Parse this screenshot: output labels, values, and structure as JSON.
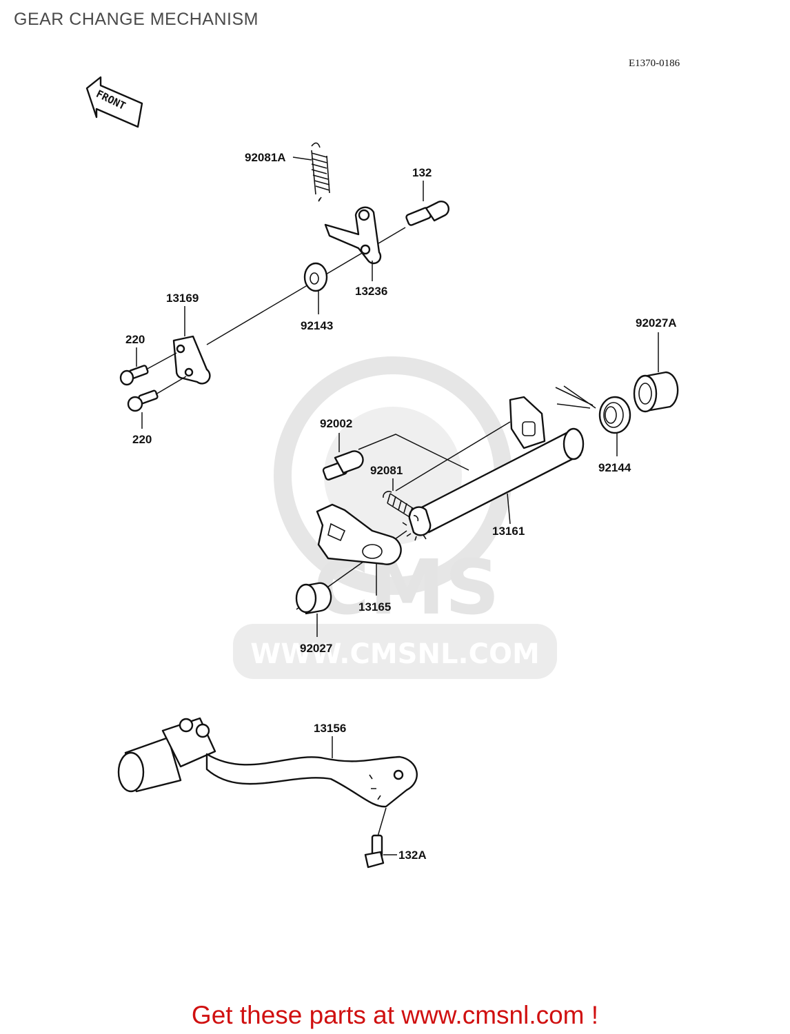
{
  "page": {
    "title": "GEAR CHANGE MECHANISM",
    "diagram_code": "E1370-0186",
    "footer": "Get these parts at www.cmsnl.com !"
  },
  "front_arrow": {
    "label": "FRONT"
  },
  "watermark": {
    "logo_text": "CMS",
    "url_text": "WWW.CMSNL.COM"
  },
  "parts": {
    "p92081A": "92081A",
    "p132": "132",
    "p13236": "13236",
    "p13169": "13169",
    "p92143": "92143",
    "p220a": "220",
    "p220b": "220",
    "p92027A": "92027A",
    "p92002": "92002",
    "p92081": "92081",
    "p92144": "92144",
    "p13161": "13161",
    "p13165": "13165",
    "p92027": "92027",
    "p13156": "13156",
    "p132A": "132A"
  }
}
